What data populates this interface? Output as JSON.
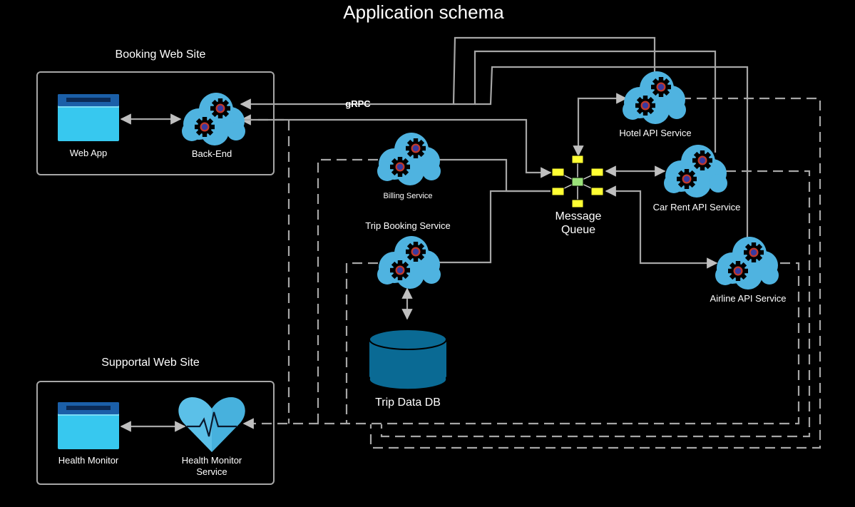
{
  "title": "Application schema",
  "groups": {
    "booking": "Booking Web Site",
    "support": "Supportal Web Site"
  },
  "nodes": {
    "web_app": "Web App",
    "back_end": "Back-End",
    "billing": "Billing Service",
    "trip_booking": "Trip Booking Service",
    "trip_db": "Trip Data DB",
    "hotel_api": "Hotel API Service",
    "car_rent_api": "Car Rent API Service",
    "airline_api": "Airline API Service",
    "queue_line1": "Message",
    "queue_line2": "Queue",
    "health_monitor": "Health Monitor",
    "hm_service_line1": "Health Monitor",
    "hm_service_line2": "Service"
  },
  "edges": {
    "grpc_label": "gRPC"
  },
  "colors": {
    "background": "#000000",
    "cloud": "#4fb3e0",
    "gear": "#000000",
    "gear_center": "#c0392b",
    "gear_core": "#3a3aa0",
    "browser_top": "#1b5fa8",
    "browser_body": "#37c8ef",
    "database": "#0a6a94",
    "queue_node": "#ffff33",
    "queue_center": "#9be27a",
    "connector": "#a6a6a6",
    "heart": "#5bc0e8"
  },
  "icons": {
    "web_app": "browser-window-icon",
    "health_monitor": "browser-window-icon",
    "back_end": "cloud-gears-icon",
    "service": "cloud-gears-icon",
    "database": "database-cylinder-icon",
    "queue": "message-queue-hub-icon",
    "health_service": "heart-pulse-icon"
  }
}
